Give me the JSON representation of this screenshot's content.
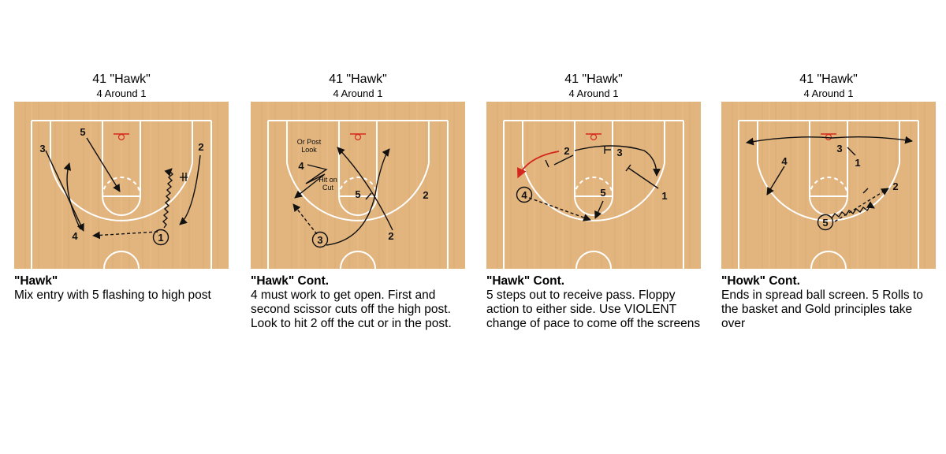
{
  "panels": [
    {
      "title": "41 \"Hawk\"",
      "subtitle": "4 Around 1",
      "caption_heading": "\"Hawk\"",
      "caption_body": "Mix entry with 5 flashing to high post",
      "players": {
        "p1": "1",
        "p2": "2",
        "p3": "3",
        "p4": "4",
        "p5": "5"
      }
    },
    {
      "title": "41 \"Hawk\"",
      "subtitle": "4 Around 1",
      "caption_heading": "\"Hawk\" Cont.",
      "caption_body": "4 must work to get open. First and second scissor cuts off the high post. Look to hit 2 off the cut or in the post.",
      "players": {
        "p2a": "2",
        "p2b": "2",
        "p3": "3",
        "p4": "4",
        "p5": "5"
      },
      "notes": {
        "or_post_1": "Or Post",
        "or_post_2": "Look",
        "hit_1": "Hit on",
        "hit_2": "Cut"
      }
    },
    {
      "title": "41 \"Hawk\"",
      "subtitle": "4 Around 1",
      "caption_heading": "\"Hawk\" Cont.",
      "caption_body": "5 steps out to receive pass. Floppy action to either side. Use VIOLENT change of pace to come off the screens",
      "players": {
        "p1": "1",
        "p2": "2",
        "p3": "3",
        "p4": "4",
        "p5": "5"
      }
    },
    {
      "title": "41 \"Hawk\"",
      "subtitle": "4 Around 1",
      "caption_heading": "\"Howk\" Cont.",
      "caption_body": "Ends in spread ball screen. 5 Rolls to the basket and Gold principles take over",
      "players": {
        "p1": "1",
        "p2": "2",
        "p3": "3",
        "p4": "4",
        "p5": "5"
      }
    }
  ],
  "colors": {
    "court_wood": "#e2b47e",
    "court_line": "#ffffff",
    "rim": "#d42a1f",
    "ink": "#111111",
    "red_cut": "#d3261c"
  }
}
